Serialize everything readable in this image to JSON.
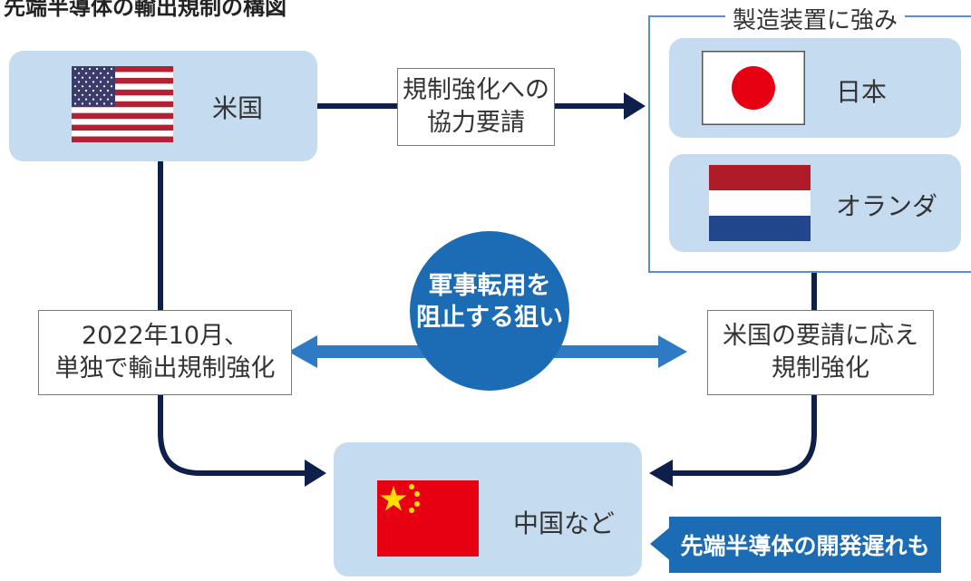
{
  "title": "先端半導体の輸出規制の構図",
  "group_label": "製造装置に強み",
  "countries": {
    "us": "米国",
    "japan": "日本",
    "netherlands": "オランダ",
    "china": "中国など"
  },
  "boxes": {
    "cooperation_request": "規制強化への\n協力要請",
    "us_unilateral": "2022年10月、\n単独で輸出規制強化",
    "allies_response": "米国の要請に応え\n規制強化"
  },
  "circle_text": "軍事転用を\n阻止する狙い",
  "callout": "先端半導体の開発遅れも",
  "colors": {
    "navy_line": "#0d1f4a",
    "light_blue_box": "#c5dcf0",
    "accent_blue": "#1b6cb5",
    "arrow_blue": "#2f7ac4",
    "flag_red": "#e60012",
    "nl_red": "#ae1c28",
    "nl_blue": "#21468b",
    "cn_star": "#ffde00"
  }
}
